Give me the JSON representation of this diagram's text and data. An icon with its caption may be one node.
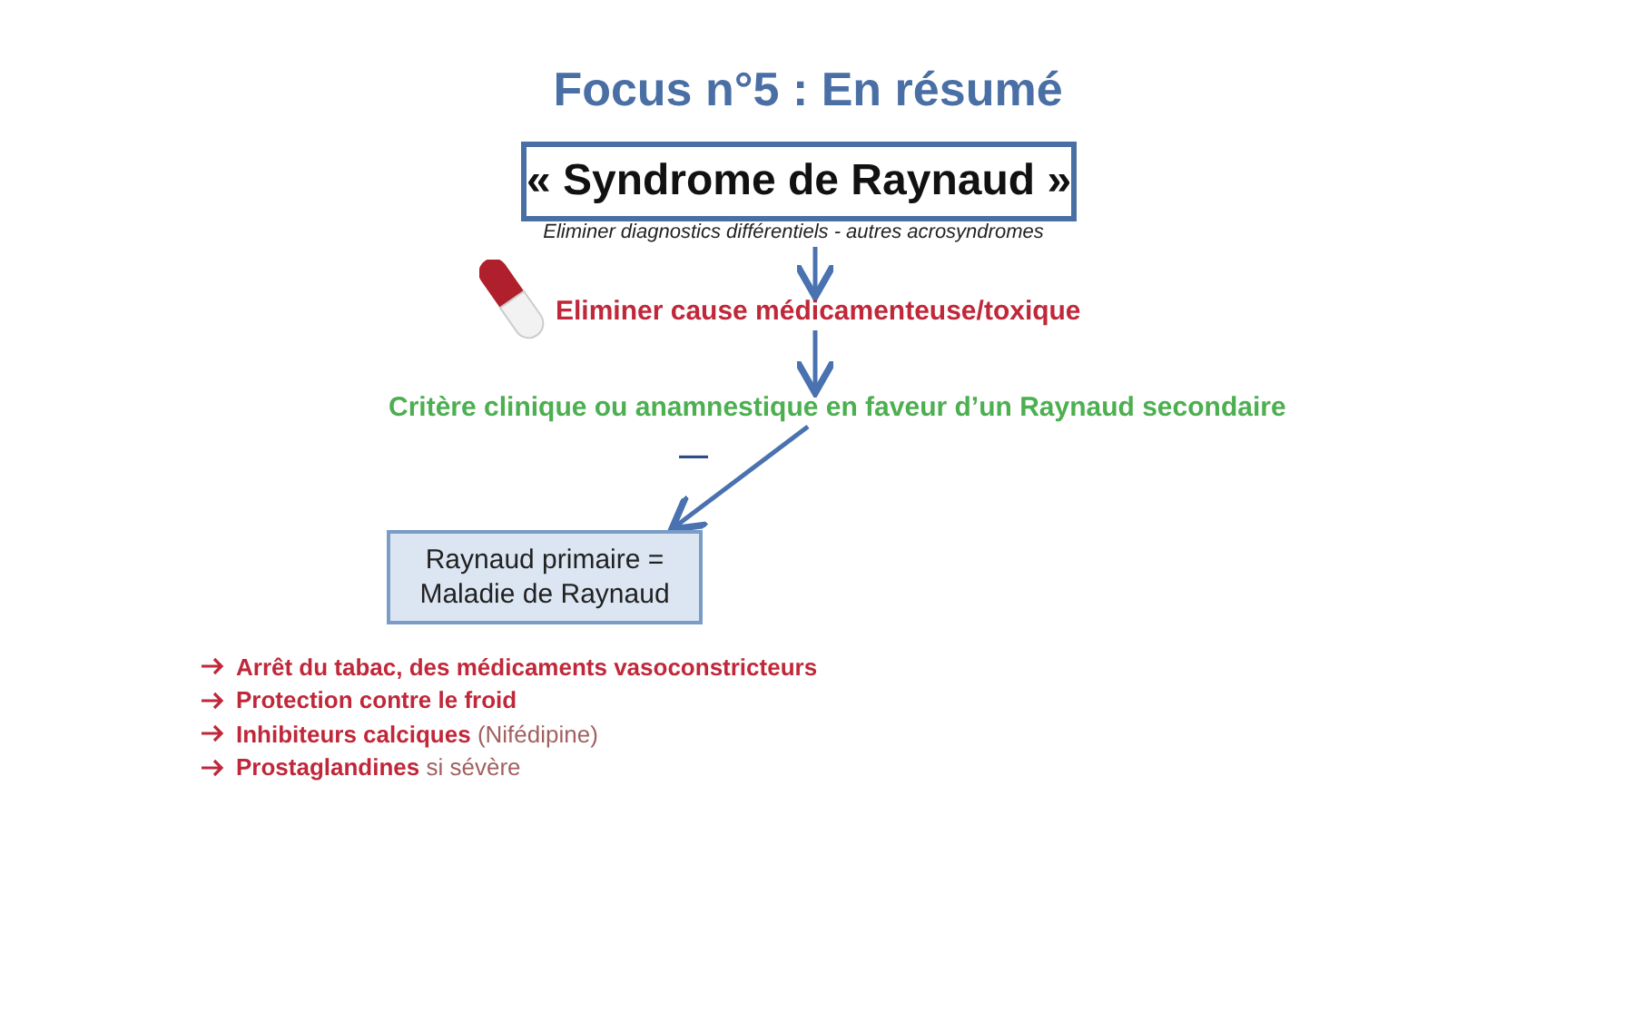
{
  "diagram": {
    "title": "Focus n°5 : En résumé",
    "nodes": [
      {
        "text": [
          "« Syndrome de Raynaud »"
        ],
        "beside": [
          "Eliminer diagnostics différentiels - autres acrosyndromes"
        ]
      },
      {
        "text": [
          "Eliminer cause médicamenteuse/toxique"
        ]
      },
      {
        "text": [
          "Critère clinique ou anamnestique en faveur d’un Raynaud secondaire"
        ]
      },
      {
        "text": [
          "Raynaud primaire = Maladie de Raynaud"
        ]
      }
    ],
    "edges": [
      {
        "from": 0,
        "to": 1,
        "arrow": "to"
      },
      {
        "from": 1,
        "to": 2,
        "arrow": "to"
      },
      {
        "from": 2,
        "to": 3,
        "arrow": "to",
        "label": "—"
      }
    ],
    "labels": [
      "Arrêt du tabac, des médicaments vasoconstricteurs",
      "Protection contre le froid",
      "**Inhibiteurs calciques** (Nifédipine)",
      "**Prostaglandines** si sévère"
    ]
  }
}
